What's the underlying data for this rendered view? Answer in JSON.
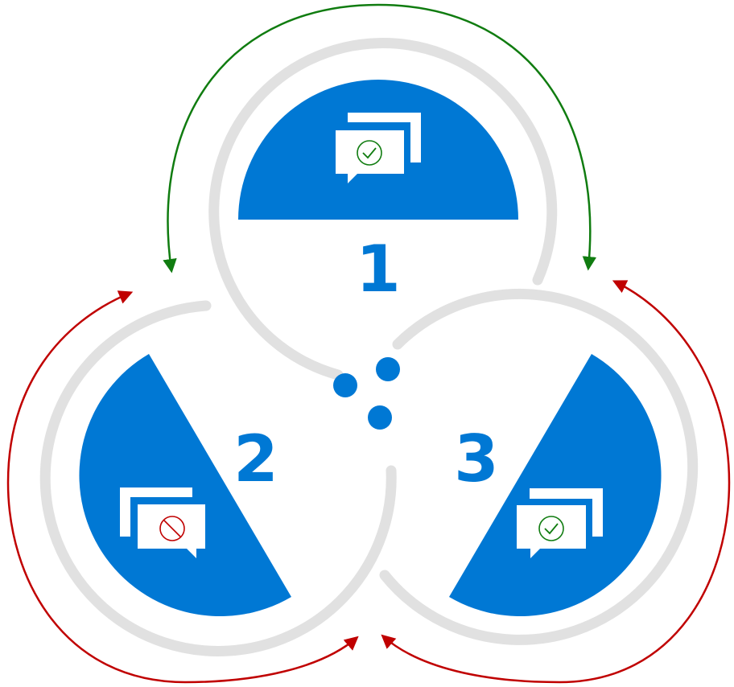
{
  "colors": {
    "blue": "#0078d4",
    "ring": "#e1e1e1",
    "green": "#107c10",
    "red": "#c00000",
    "white": "#ffffff"
  },
  "nodes": [
    {
      "number": "1",
      "icon": "chat-check-icon"
    },
    {
      "number": "2",
      "icon": "chat-blocked-icon"
    },
    {
      "number": "3",
      "icon": "chat-check-icon"
    }
  ],
  "center": {
    "icon": "three-dots-icon"
  },
  "arrows": [
    {
      "from": "1",
      "to": "2",
      "color": "green"
    },
    {
      "from": "1",
      "to": "3",
      "color": "green"
    },
    {
      "from": "2",
      "to": "1",
      "color": "red"
    },
    {
      "from": "3",
      "to": "1",
      "color": "red"
    },
    {
      "from": "2",
      "to": "3",
      "color": "red"
    },
    {
      "from": "3",
      "to": "2",
      "color": "red"
    }
  ]
}
